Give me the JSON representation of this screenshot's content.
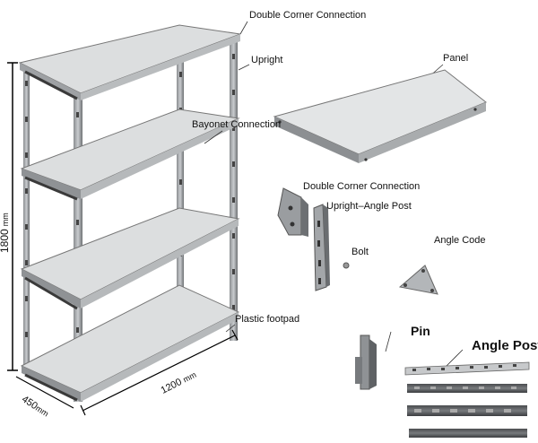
{
  "labels": {
    "double_corner_top": "Double Corner Connection",
    "upright": "Upright",
    "panel": "Panel",
    "bayonet": "Bayonet Connection",
    "double_corner_part": "Double Corner Connection",
    "upright_angle_post": "Upright–Angle Post",
    "bolt": "Bolt",
    "angle_code": "Angle Code",
    "plastic_footpad": "Plastic footpad",
    "pin": "Pin",
    "angle_post": "Angle Post"
  },
  "dimensions": {
    "height": "1800",
    "height_unit": "mm",
    "width": "1200",
    "width_unit": "mm",
    "depth": "450",
    "depth_unit": "mm"
  }
}
